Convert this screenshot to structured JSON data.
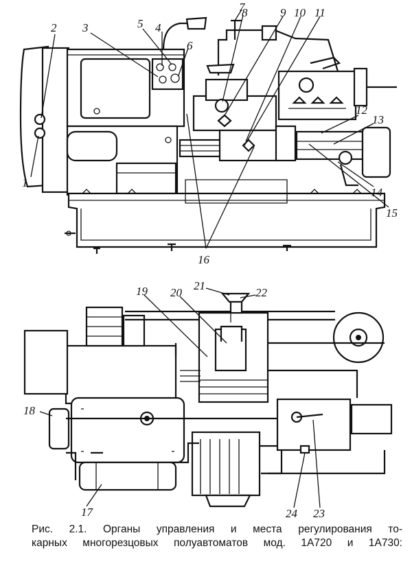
{
  "figure": {
    "top_labels": [
      "1",
      "2",
      "3",
      "4",
      "5",
      "6",
      "7",
      "8",
      "9",
      "10",
      "11",
      "12",
      "13",
      "14",
      "15",
      "16"
    ],
    "bottom_labels": [
      "17",
      "18",
      "19",
      "20",
      "21",
      "22",
      "23",
      "24"
    ]
  },
  "caption": {
    "line1": "Рис. 2.1. Органы управления и места регулирования то-",
    "line2": "карных многорезцовых полуавтоматов мод. 1А720 и 1А730:"
  }
}
